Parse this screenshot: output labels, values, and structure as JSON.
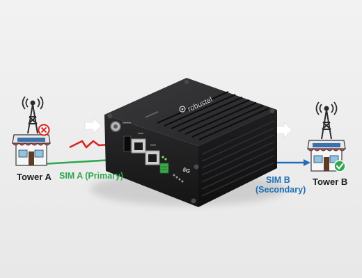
{
  "brand": "robustel",
  "tower_a": {
    "label": "Tower A",
    "status": "failed"
  },
  "tower_b": {
    "label": "Tower B",
    "status": "ok"
  },
  "sim_a": {
    "label": "SIM A (Primary)"
  },
  "sim_b": {
    "label_line1": "SIM B",
    "label_line2": "(Secondary)"
  },
  "colors": {
    "sim_a": "#2fa84f",
    "sim_b": "#1f6fb5",
    "fail": "#d7261e",
    "ok": "#2fa84f",
    "router_body": "#1d1d1f"
  },
  "icons": [
    "cell-tower-icon",
    "shop-icon",
    "error-x-icon",
    "check-icon",
    "arrow-right-icon",
    "signal-break-icon"
  ]
}
